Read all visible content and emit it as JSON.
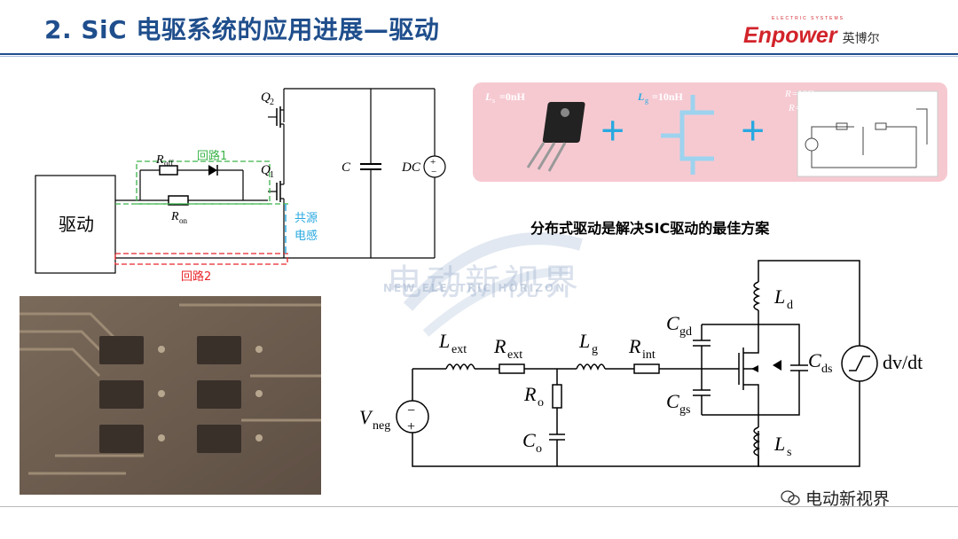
{
  "header": {
    "title": "2. SiC 电驱系统的应用进展—驱动",
    "brand": "Enpower",
    "brand_cn": "英博尔",
    "brand_tag": "ELECTRIC SYSTEMS"
  },
  "left_circuit": {
    "driver_box": "驱动",
    "q2": "Q",
    "q2_sub": "2",
    "q1": "Q",
    "q1_sub": "1",
    "c_label": "C",
    "dc_label": "DC",
    "roff": "R",
    "roff_sub": "off",
    "ron": "R",
    "ron_sub": "on",
    "loop1": "回路1",
    "loop2": "回路2",
    "common_source_1": "共源",
    "common_source_2": "电感"
  },
  "top_right_panel": {
    "ls_label": "L",
    "ls_sub": "s",
    "ls_value": "=0nH",
    "lg_label": "L",
    "lg_sub": "g",
    "lg_value": "=10nH",
    "r1_label": "R",
    "r1_value": "=10Ω",
    "r2_label": "R",
    "r2_value": "=1Ω",
    "plus1": "+",
    "plus2": "+"
  },
  "solution_text": "分布式驱动是解决SIC驱动的最佳方案",
  "gate_circuit": {
    "lext": "L",
    "lext_sub": "ext",
    "rext": "R",
    "rext_sub": "ext",
    "lg": "L",
    "lg_sub": "g",
    "rint": "R",
    "rint_sub": "int",
    "ro": "R",
    "ro_sub": "o",
    "co": "C",
    "co_sub": "o",
    "vneg": "V",
    "vneg_sub": "neg",
    "cgd": "C",
    "cgd_sub": "gd",
    "cgs": "C",
    "cgs_sub": "gs",
    "cds": "C",
    "cds_sub": "ds",
    "ld": "L",
    "ld_sub": "d",
    "ls": "L",
    "ls_sub": "s",
    "dvdt": "dv/dt"
  },
  "watermark": {
    "text": "电动新视界",
    "sub": "NEW ELECTRIC HORIZON"
  },
  "footer": {
    "text": "电动新视界"
  },
  "colors": {
    "title": "#1f4e8c",
    "brand": "#d2232a",
    "loop1": "#3cb44b",
    "loop2": "#e8262a",
    "common_source": "#29a9e0",
    "pink_panel": "#f6c9d1",
    "plus": "#29a9e0"
  }
}
